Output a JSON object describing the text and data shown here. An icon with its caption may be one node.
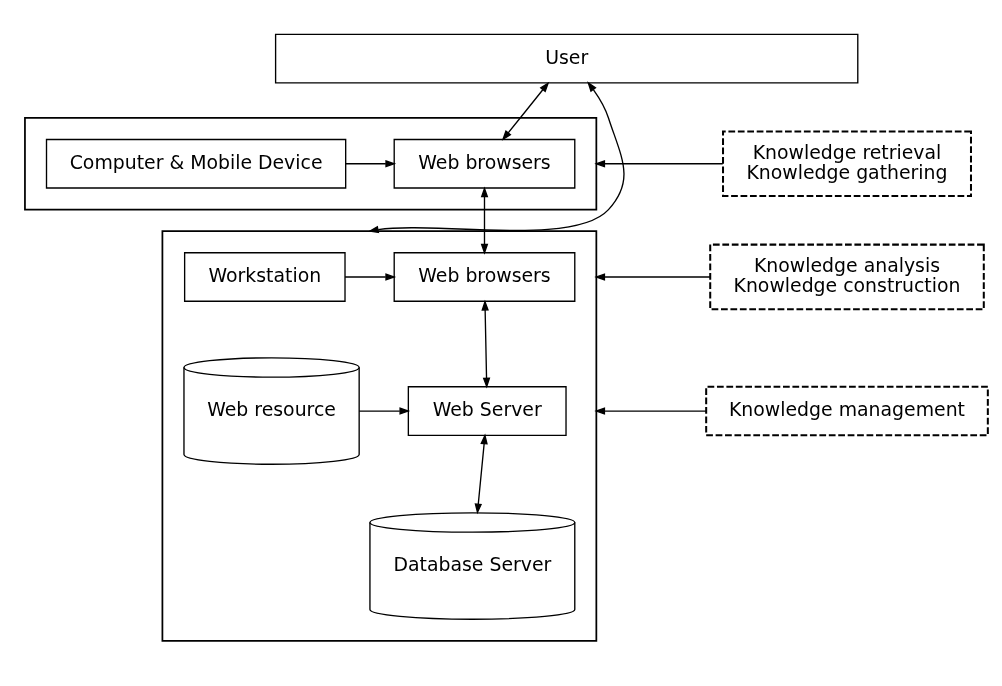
{
  "diagram": {
    "nodes": [
      {
        "text": [
          "User"
        ]
      },
      {
        "text": [],
        "shape": "box"
      },
      {
        "text": [
          "Computer & Mobile Device"
        ],
        "in": 1
      },
      {
        "text": [
          "Web browsers"
        ],
        "in": 1
      },
      {
        "text": [],
        "shape": "box"
      },
      {
        "text": [
          "Workstation"
        ],
        "in": 4
      },
      {
        "text": [
          "Web browsers"
        ],
        "in": 4
      },
      {
        "text": [
          "Web resource"
        ],
        "in": 4
      },
      {
        "text": [
          "Web Server"
        ],
        "in": 4
      },
      {
        "text": [
          "Database Server"
        ],
        "in": 4
      },
      {
        "text": [
          "Knowledge retrieval",
          "Knowledge gathering"
        ]
      },
      {
        "text": [
          "Knowledge analysis",
          "Knowledge construction"
        ]
      },
      {
        "text": [
          "Knowledge management"
        ]
      }
    ],
    "edges": [
      {
        "from": 0,
        "to": 4,
        "arrow": "both"
      },
      {
        "from": 0,
        "to": 3,
        "arrow": "both"
      },
      {
        "from": 2,
        "to": 3,
        "arrow": "to"
      },
      {
        "from": 10,
        "to": 1,
        "arrow": "to"
      },
      {
        "from": 3,
        "to": 6,
        "arrow": "both"
      },
      {
        "from": 5,
        "to": 6,
        "arrow": "to"
      },
      {
        "from": 11,
        "to": 4,
        "arrow": "to"
      },
      {
        "from": 6,
        "to": 8,
        "arrow": "both"
      },
      {
        "from": 7,
        "to": 8,
        "arrow": "to"
      },
      {
        "from": 12,
        "to": 4,
        "arrow": "to"
      },
      {
        "from": 8,
        "to": 9,
        "arrow": "both"
      }
    ]
  }
}
